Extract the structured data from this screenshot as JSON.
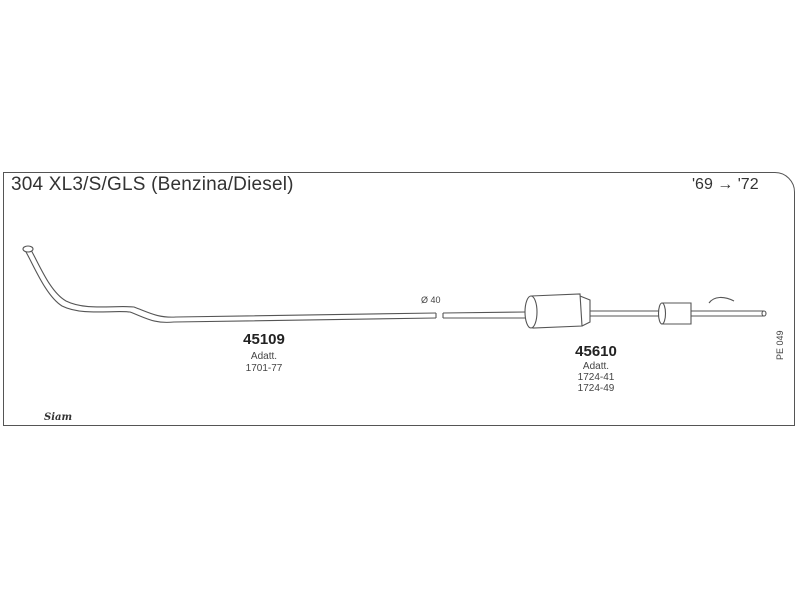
{
  "header": {
    "title": "304 XL3/S/GLS (Benzina/Diesel)",
    "years": "'69 → '72"
  },
  "parts": [
    {
      "number": "45109",
      "adapt_label": "Adatt.",
      "refs": [
        "1701-77"
      ]
    },
    {
      "number": "45610",
      "adapt_label": "Adatt.",
      "refs": [
        "1724-41",
        "1724-49"
      ]
    }
  ],
  "pipe_diameter": "Ø 40",
  "diagram_code": "PE 049",
  "logo_text": "Siam"
}
